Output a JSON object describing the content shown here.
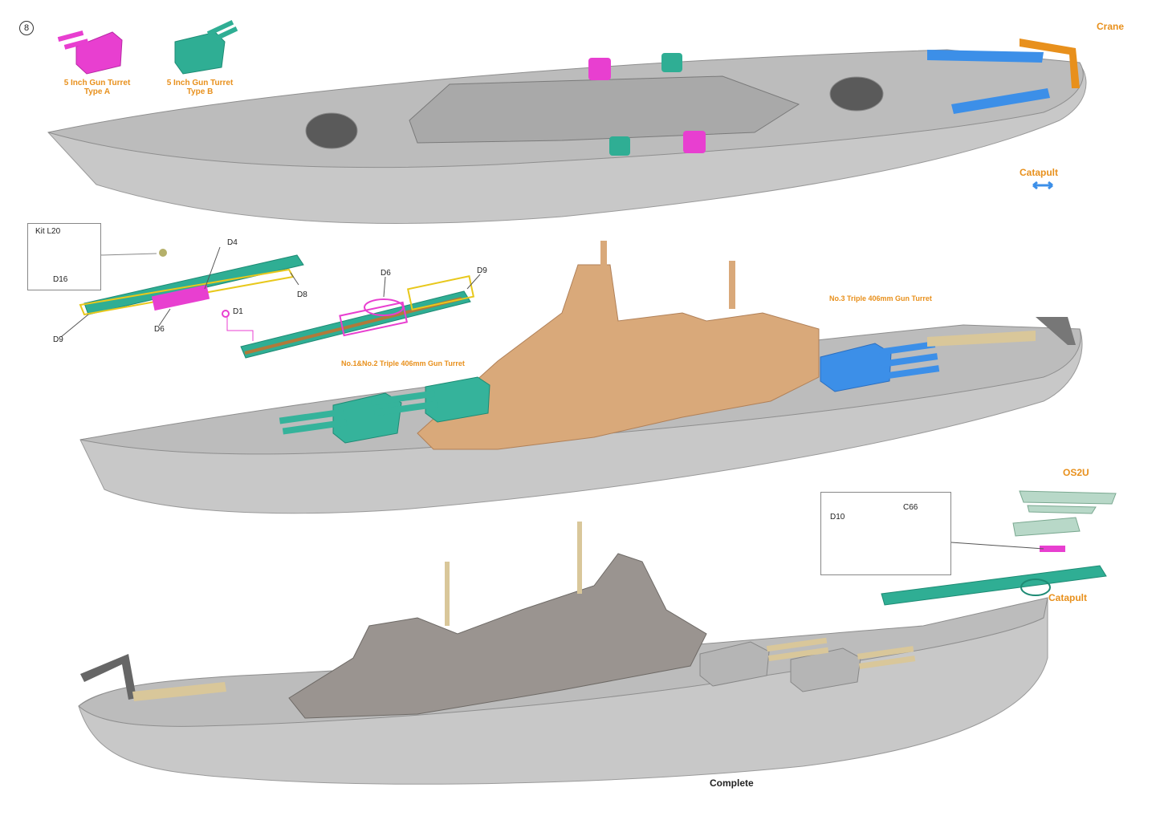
{
  "page_number": "8",
  "top_view": {
    "turret_a_label_line1": "5 Inch Gun Turret",
    "turret_a_label_line2": "Type A",
    "turret_b_label_line1": "5 Inch Gun Turret",
    "turret_b_label_line2": "Type B",
    "crane_label": "Crane",
    "catapult_label": "Catapult"
  },
  "middle_view": {
    "kit_label": "Kit L20",
    "part_d16": "D16",
    "part_d4": "D4",
    "part_d8": "D8",
    "part_d9_left": "D9",
    "part_d6_left": "D6",
    "part_d1": "D1",
    "part_d6_right": "D6",
    "part_d9_right": "D9",
    "turret_3_label": "No.3 Triple 406mm Gun Turret",
    "turret_12_label": "No.1&No.2 Triple 406mm Gun Turret"
  },
  "bottom_view": {
    "aircraft_label": "OS2U",
    "part_d10": "D10",
    "part_c66": "C66",
    "catapult_label": "Catapult",
    "complete_label": "Complete"
  },
  "colors": {
    "hull": "#c9c9c9",
    "deck": "#bdbdbd",
    "turret_a": "#e83fd0",
    "turret_b": "#2fae94",
    "main_turret_teal": "#35b39b",
    "main_turret_blue": "#3c8fe8",
    "superstructure_tan": "#d9a97a",
    "catapult_blue": "#3c8fe8",
    "crane_orange": "#e8901c",
    "label_orange": "#e8901c"
  }
}
